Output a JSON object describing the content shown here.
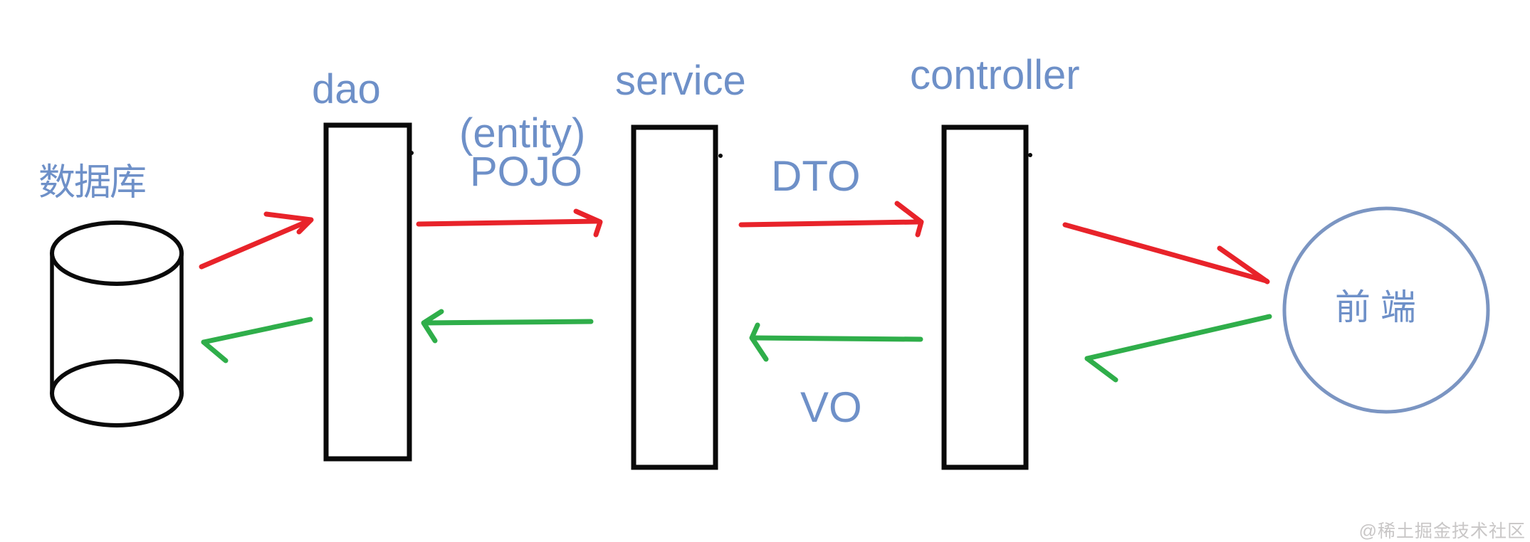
{
  "diagram": {
    "nodes": [
      {
        "id": "database",
        "label": "数据库",
        "shape": "cylinder"
      },
      {
        "id": "dao",
        "label": "dao",
        "shape": "rectangle"
      },
      {
        "id": "service",
        "label": "service",
        "shape": "rectangle"
      },
      {
        "id": "controller",
        "label": "controller",
        "shape": "rectangle"
      },
      {
        "id": "frontend",
        "label": "前 端",
        "shape": "circle"
      }
    ],
    "edge_labels": [
      {
        "id": "entity",
        "text": "(entity)",
        "between": [
          "dao",
          "service"
        ]
      },
      {
        "id": "pojo",
        "text": "POJO",
        "between": [
          "dao",
          "service"
        ]
      },
      {
        "id": "dto",
        "text": "DTO",
        "between": [
          "service",
          "controller"
        ]
      },
      {
        "id": "vo",
        "text": "VO",
        "between": [
          "controller",
          "service"
        ]
      }
    ],
    "arrows": [
      {
        "from": "database",
        "to": "dao",
        "color": "red",
        "direction": "forward"
      },
      {
        "from": "dao",
        "to": "service",
        "color": "red",
        "direction": "forward"
      },
      {
        "from": "service",
        "to": "controller",
        "color": "red",
        "direction": "forward"
      },
      {
        "from": "controller",
        "to": "frontend",
        "color": "red",
        "direction": "forward"
      },
      {
        "from": "frontend",
        "to": "controller",
        "color": "green",
        "direction": "backward"
      },
      {
        "from": "controller",
        "to": "service",
        "color": "green",
        "direction": "backward"
      },
      {
        "from": "service",
        "to": "dao",
        "color": "green",
        "direction": "backward"
      },
      {
        "from": "dao",
        "to": "database",
        "color": "green",
        "direction": "backward"
      }
    ]
  },
  "colors": {
    "forward_red": "#e8232a",
    "backward_green": "#2fae4a",
    "label_blue": "#6e90c8",
    "frontend_stroke": "#7b95c2",
    "node_stroke": "#0a0a0a",
    "watermark_gray": "#c8c6c6"
  },
  "watermark": "@稀土掘金技术社区"
}
